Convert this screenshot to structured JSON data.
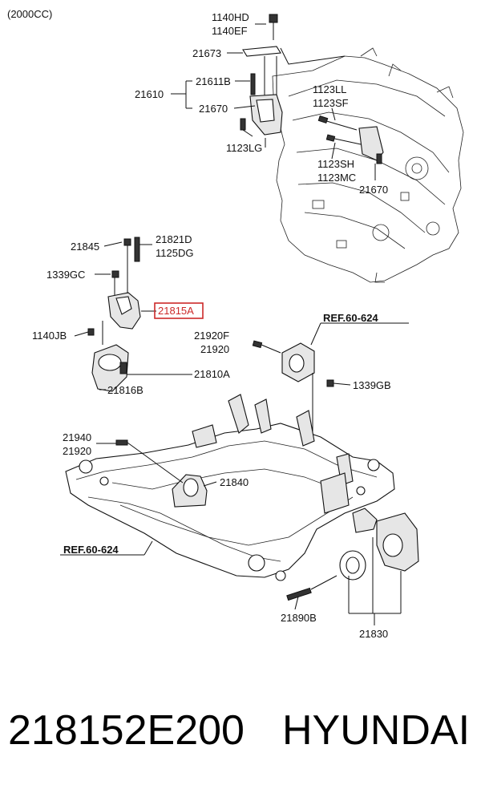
{
  "variant": "(2000CC)",
  "highlight_color": "#cc2a2a",
  "labels": {
    "l1140hd": "1140HD",
    "l1140ef": "1140EF",
    "l21673": "21673",
    "l21611b": "21611B",
    "l21610": "21610",
    "l21670a": "21670",
    "l1123lg": "1123LG",
    "l1123ll": "1123LL",
    "l1123sf": "1123SF",
    "l1123sh": "1123SH",
    "l1123mc": "1123MC",
    "l21670b": "21670",
    "l21845": "21845",
    "l21821d": "21821D",
    "l1125dg": "1125DG",
    "l1339gc": "1339GC",
    "l21815a": "21815A",
    "l1140jb": "1140JB",
    "l21920f": "21920F",
    "l21920a": "21920",
    "l21810a": "21810A",
    "l21816b": "21816B",
    "l1339gb": "1339GB",
    "l21940": "21940",
    "l21920b": "21920",
    "l21840": "21840",
    "l21890b": "21890B",
    "l21830": "21830"
  },
  "refs": {
    "ref_top": "REF.60-624",
    "ref_left": "REF.60-624"
  },
  "footer": {
    "part_number": "218152E200",
    "brand": "HYUNDAI"
  }
}
